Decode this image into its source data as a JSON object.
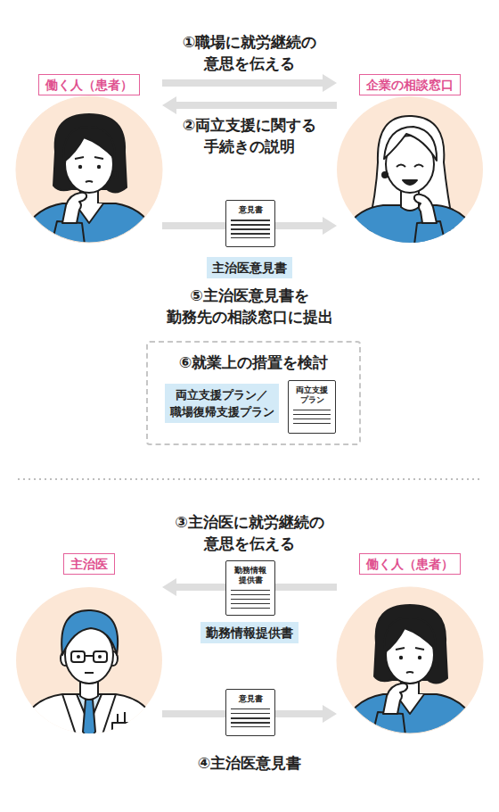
{
  "diagram": {
    "nodes": [
      {
        "text": [
          "働く人（患者）"
        ]
      },
      {
        "text": [
          "企業の相談窓口"
        ]
      },
      {
        "text": [
          "意見書"
        ]
      },
      {
        "text": [
          "主治医意見書"
        ]
      },
      {
        "text": [
          "⑥就業上の措置を検討"
        ]
      },
      {
        "text": [
          "両立支援プラン／ 職場復帰支援プラン"
        ],
        "in": 4
      },
      {
        "text": [
          "両立支援 プラン"
        ],
        "in": 4
      },
      {
        "text": [
          "主治医"
        ]
      },
      {
        "text": [
          "勤務情報 提供書"
        ]
      },
      {
        "text": [
          "勤務情報提供書"
        ]
      },
      {
        "text": [
          "働く人（患者）"
        ]
      },
      {
        "text": [
          "意見書"
        ]
      }
    ],
    "edges": [
      {
        "from": 0,
        "to": 1,
        "arrow": "to",
        "label": "①職場に就労継続の 意思を伝える"
      },
      {
        "from": 1,
        "to": 0,
        "arrow": "to",
        "label": "②両立支援に関する 手続きの説明"
      },
      {
        "from": 0,
        "to": 1,
        "arrow": "to"
      },
      {
        "from": 10,
        "to": 7,
        "arrow": "to"
      },
      {
        "from": 7,
        "to": 10,
        "arrow": "to"
      }
    ],
    "labels": [
      "⑤主治医意見書を 勤務先の相談窓口に提出",
      "③主治医に就労継続の 意思を伝える",
      "④主治医意見書"
    ]
  }
}
